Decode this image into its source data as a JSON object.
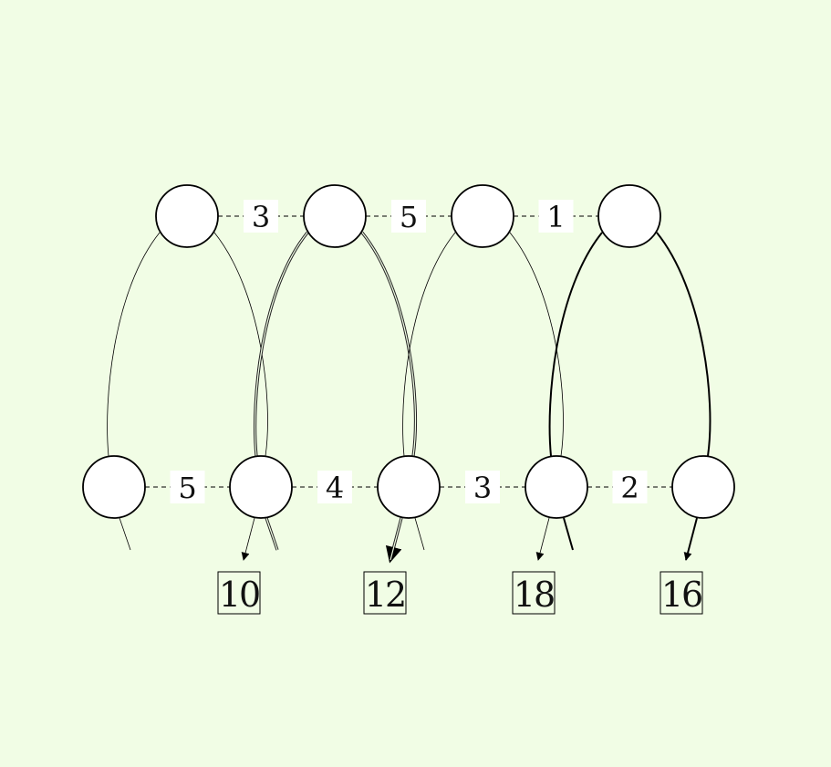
{
  "colors": {
    "background": "#f1fde5",
    "node_fill": "#ffffff",
    "stroke": "#000000"
  },
  "top_edge_labels": [
    "3",
    "5",
    "1"
  ],
  "bottom_edge_labels": [
    "5",
    "4",
    "3",
    "2"
  ],
  "output_boxes": [
    "10",
    "12",
    "18",
    "16"
  ]
}
